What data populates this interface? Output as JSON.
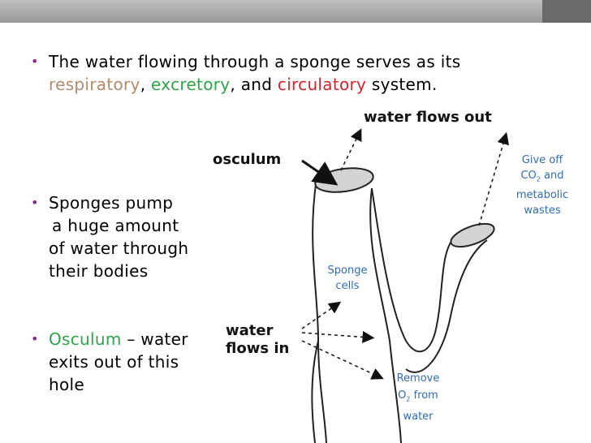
{
  "bullet1": {
    "line1": "The water flowing through a sponge serves as its",
    "w_respiratory": "respiratory",
    "sep1": ",",
    "w_excretory": "excretory",
    "sep2": ", and",
    "w_circulatory": "circulatory",
    "tail": "system."
  },
  "bullet2": {
    "line1": "Sponges pump",
    "line2": "a huge amount",
    "line3": "of water through",
    "line4": "their bodies"
  },
  "bullet3": {
    "term": "Osculum",
    "dash": "– water",
    "line2": "exits out of this",
    "line3": "hole"
  },
  "diagram": {
    "osculum": "osculum",
    "water_out": "water flows out",
    "water_in_1": "water",
    "water_in_2": "flows in"
  },
  "notes": {
    "give_off_1": "Give off",
    "give_off_co": "CO",
    "give_off_sub": "2",
    "give_off_and": "and",
    "give_off_2": "metabolic",
    "give_off_3": "wastes",
    "sponge_1": "Sponge",
    "sponge_2": "cells",
    "remove_1": "Remove",
    "remove_o": "O",
    "remove_sub": "2",
    "remove_from": "from",
    "remove_2": "water"
  },
  "colors": {
    "bullet": "#8a2d8e",
    "respiratory": "#b38b6d",
    "excretory": "#2ea34a",
    "circulatory": "#d6232b",
    "note": "#2e6db3"
  }
}
